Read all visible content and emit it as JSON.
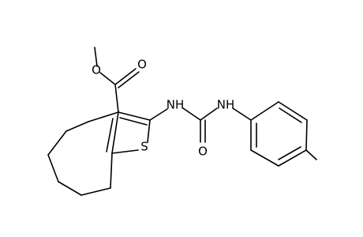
{
  "labels": {
    "oxygen_ester": "O",
    "oxygen_carbonyl": "O",
    "oxygen_urea": "O",
    "sulfur": "S",
    "nh_left": "NH",
    "nh_right": "NH"
  }
}
